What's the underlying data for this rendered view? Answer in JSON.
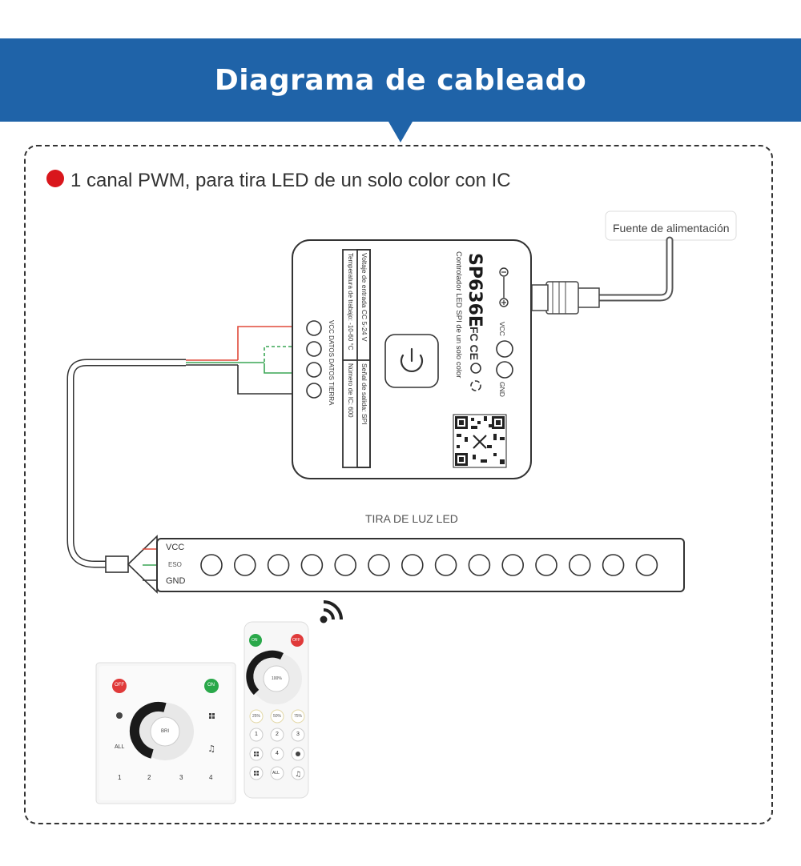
{
  "header": {
    "title": "Diagrama de cableado"
  },
  "subtitle": {
    "text": "1 canal PWM, para tira LED de un solo color con IC",
    "bullet_color": "#d9161c"
  },
  "power_supply": {
    "label": "Fuente de alimentación"
  },
  "controller": {
    "model": "SP636E",
    "description": "Controlador LED SPI de un solo color",
    "certifications": "FC CE",
    "port_vcc": "VCC",
    "port_gnd": "GND",
    "spec_input_voltage": "Voltaje de entrada CC 5-24 V",
    "spec_output_signal": "Señal de salida: SPI",
    "spec_temperature": "Temperatura de trabajo: -10-60 °C",
    "spec_ic_count": "Número de IC: 600",
    "terminal_labels": "VCC DATOS DATOS TIERRA"
  },
  "led_strip": {
    "label": "TIRA DE LUZ LED",
    "pins": [
      "VCC",
      "ESO",
      "GND"
    ],
    "led_count": 14
  },
  "wall_panel": {
    "off_label": "OFF",
    "on_label": "ON",
    "all_label": "ALL",
    "dial_label": "BRI",
    "buttons": [
      "1",
      "2",
      "3",
      "4"
    ]
  },
  "remote": {
    "on_label": "ON",
    "off_label": "OFF",
    "dial_label": "100%",
    "presets": [
      "25%",
      "50%",
      "75%"
    ],
    "buttons": [
      "1",
      "2",
      "3",
      "4"
    ],
    "all_label": "ALL"
  },
  "icons": [
    "wifi-signal-icon",
    "power-button-icon",
    "qr-code-icon",
    "dc-polarity-icon",
    "recycle-icon"
  ],
  "colors": {
    "banner": "#1f63a8",
    "wire_red": "#e04a3a",
    "wire_green": "#3aa655",
    "button_off": "#e03a3a",
    "button_on": "#2aa84a"
  }
}
